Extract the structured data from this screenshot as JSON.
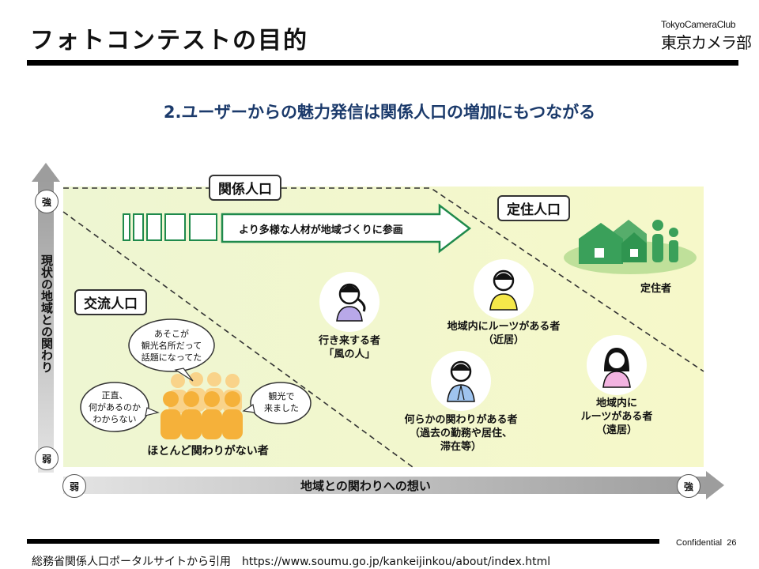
{
  "header": {
    "title": "フォトコンテストの目的",
    "brand_small": "TokyoCameraClub",
    "brand_main": "東京カメラ部"
  },
  "subtitle": "2.ユーザーからの魅力発信は関係人口の増加にもつながる",
  "diagram": {
    "box_kankei": "関係人口",
    "box_teiju": "定住人口",
    "box_koryu": "交流人口",
    "arrow_text": "より多様な人材が地域づくりに参画",
    "y_axis_label": "現状の地域との関わり",
    "x_axis_label": "地域との関わりへの想い",
    "y_strong": "強",
    "y_weak": "弱",
    "x_weak": "弱",
    "x_strong": "強",
    "teijusha": "定住者",
    "kaze_line1": "行き来する者",
    "kaze_line2": "「風の人」",
    "kinkyo_line1": "地域内にルーツがある者",
    "kinkyo_line2": "（近居）",
    "enkyo_line1": "地域内に",
    "enkyo_line2": "ルーツがある者",
    "enkyo_line3": "（遠居）",
    "nanraka_line1": "何らかの関わりがある者",
    "nanraka_line2": "（過去の勤務や居住、",
    "nanraka_line3": "滞在等）",
    "hotondo": "ほとんど関わりがない者",
    "bubble_top_line1": "あそこが",
    "bubble_top_line2": "観光名所だって",
    "bubble_top_line3": "話題になってた",
    "bubble_left_line1": "正直、",
    "bubble_left_line2": "何があるのか",
    "bubble_left_line3": "わからない",
    "bubble_right_line1": "観光で",
    "bubble_right_line2": "来ました"
  },
  "footer": {
    "confidential": "Confidential",
    "page_number": "26",
    "source": "総務省関係人口ポータルサイトから引用　https://www.soumu.go.jp/kankeijinkou/about/index.html"
  },
  "colors": {
    "title_rule": "#000000",
    "subtitle": "#1b3a6b",
    "green_dark": "#1f8a4c",
    "green_house": "#3aa05a",
    "yellow_bg": "#f4f7c8",
    "orange_people": "#f5b13a",
    "axis_gray": "#9a9a9a"
  }
}
